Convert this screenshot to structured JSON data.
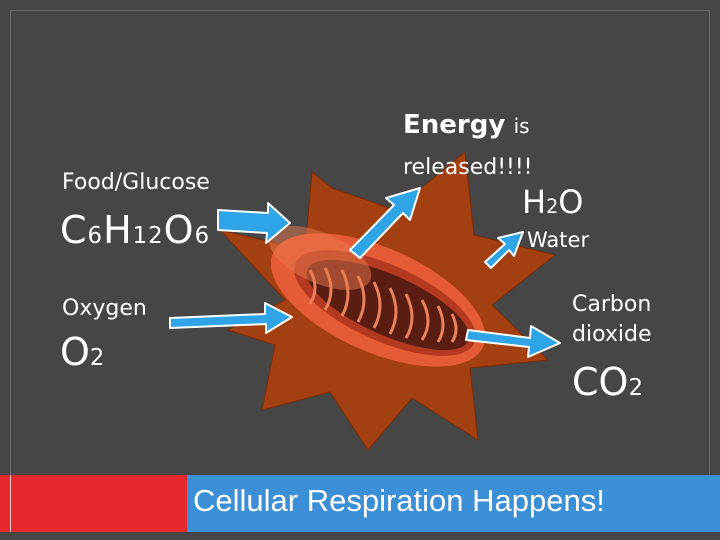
{
  "slide": {
    "energy_word": "Energy",
    "energy_is": "is",
    "released": "released!!!!",
    "food_label": "Food/Glucose",
    "glucose": {
      "c": "C",
      "c_n": "6",
      "h": "H",
      "h_n": "12",
      "o": "O",
      "o_n": "6"
    },
    "oxygen_label": "Oxygen",
    "o2": {
      "o": "O",
      "n": "2"
    },
    "h2o": {
      "h": "H",
      "n": "2",
      "o": "O"
    },
    "water_label": "Water",
    "co2_label_line1": "Carbon",
    "co2_label_line2": "dioxide",
    "co2": {
      "co": "CO",
      "n": "2"
    },
    "footer_title": "Cellular Respiration Happens!"
  },
  "colors": {
    "background": "#464646",
    "starburst": "#a33f10",
    "arrow": "#2fa4e7",
    "footer_red": "#e4282c",
    "footer_blue": "#3b8fd6",
    "mitochondrion": "#c8452a"
  }
}
